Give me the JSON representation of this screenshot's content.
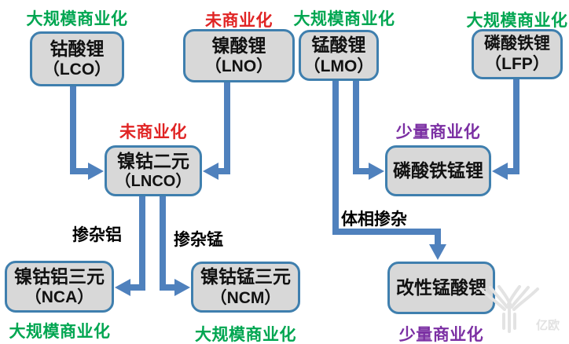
{
  "palette": {
    "status_green": "#00a651",
    "status_red": "#e02424",
    "status_purple": "#7b2fa3",
    "connector_blue": "#4f81bd",
    "box_fill": "#d8d8d8",
    "box_border": "#3f7fae"
  },
  "nodes": {
    "lco": {
      "name": "钴酸锂",
      "code": "（LCO）",
      "status": "大规模商业化"
    },
    "lno": {
      "name": "镍酸锂",
      "code": "（LNO）",
      "status": "未商业化"
    },
    "lmo": {
      "name": "锰酸锂",
      "code": "（LMO）",
      "status": "大规模商业化"
    },
    "lfp": {
      "name": "磷酸铁锂",
      "code": "（LFP）",
      "status": "大规模商业化"
    },
    "lnco": {
      "name": "镍钴二元",
      "code": "（LNCO）",
      "status": "未商业化"
    },
    "lfmp": {
      "name": "磷酸铁锰锂",
      "status": "少量商业化"
    },
    "nca": {
      "name": "镍钴铝三元",
      "code": "（NCA）",
      "status": "大规模商业化"
    },
    "ncm": {
      "name": "镍钴锰三元",
      "code": "（NCM）",
      "status": "大规模商业化"
    },
    "mlmo": {
      "name": "改性锰酸锂",
      "status": "少量商业化"
    }
  },
  "edges": [
    {
      "from": "钴酸锂（LCO）",
      "to": "镍钴二元（LNCO）",
      "label": ""
    },
    {
      "from": "镍酸锂（LNO）",
      "to": "镍钴二元（LNCO）",
      "label": ""
    },
    {
      "from": "镍钴二元（LNCO）",
      "to": "镍钴铝三元（NCA）",
      "label": "掺杂铝"
    },
    {
      "from": "镍钴二元（LNCO）",
      "to": "镍钴锰三元（NCM）",
      "label": "掺杂锰"
    },
    {
      "from": "锰酸锂（LMO）",
      "to": "磷酸铁锰锂",
      "label": ""
    },
    {
      "from": "磷酸铁锂（LFP）",
      "to": "磷酸铁锰锂",
      "label": ""
    },
    {
      "from": "锰酸锂（LMO）",
      "to": "改性锰酸锂",
      "label": "体相掺杂"
    }
  ],
  "watermark": {
    "text": "亿欧"
  }
}
